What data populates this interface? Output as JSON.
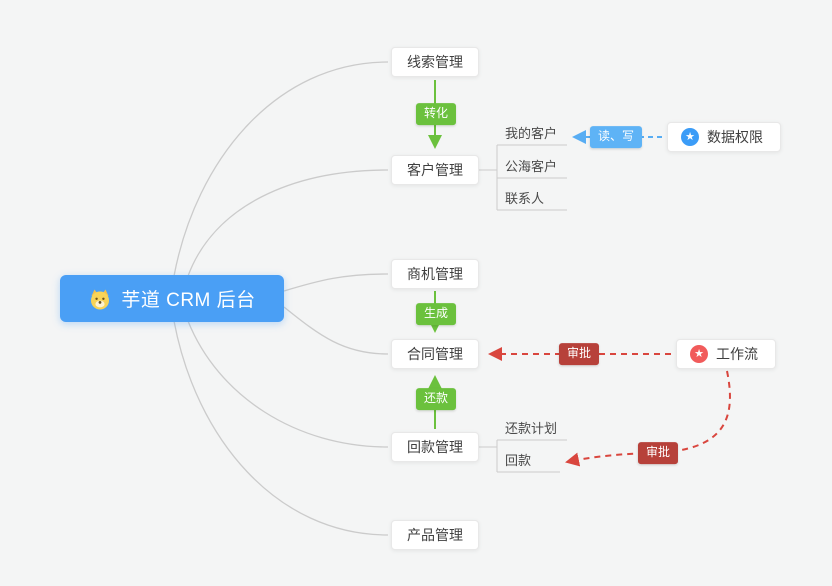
{
  "canvas": {
    "background": "#f4f5f5"
  },
  "root": {
    "label": "芋道 CRM 后台",
    "icon": "doge-icon",
    "color": "#4a9ff5"
  },
  "nodes": {
    "lead": {
      "label": "线索管理"
    },
    "customer": {
      "label": "客户管理"
    },
    "business": {
      "label": "商机管理"
    },
    "contract": {
      "label": "合同管理"
    },
    "receivable": {
      "label": "回款管理"
    },
    "product": {
      "label": "产品管理"
    }
  },
  "side_nodes": {
    "data_permission": {
      "label": "数据权限",
      "icon": "star-icon",
      "icon_color": "#3b9cf7"
    },
    "workflow": {
      "label": "工作流",
      "icon": "star-icon",
      "icon_color": "#f15b5b"
    }
  },
  "sub_items": {
    "customer": {
      "items": [
        "我的客户",
        "公海客户",
        "联系人"
      ]
    },
    "receivable": {
      "items": [
        "还款计划",
        "回款"
      ]
    }
  },
  "badges": {
    "convert": {
      "label": "转化",
      "color": "#6bc13d"
    },
    "generate": {
      "label": "生成",
      "color": "#6bc13d"
    },
    "repay": {
      "label": "还款",
      "color": "#6bc13d"
    },
    "read_write": {
      "label": "读、写",
      "color": "#5eb3f6"
    },
    "approve_contract": {
      "label": "审批",
      "color": "#b7413a"
    },
    "approve_receivable": {
      "label": "审批",
      "color": "#b7413a"
    }
  },
  "lines": {
    "connector_gray": "#cbcbcb",
    "flow_green": "#6bc13d",
    "dashed_blue": "#58adf3",
    "dashed_red": "#d9463e"
  }
}
